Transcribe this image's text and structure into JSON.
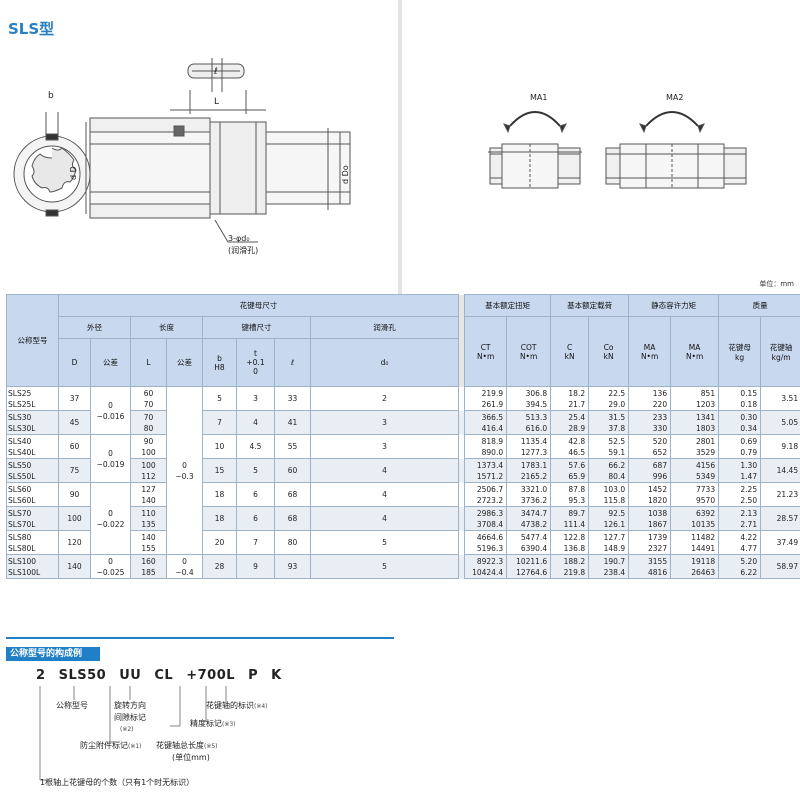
{
  "title": "SLS型",
  "unit_label": "单位：mm",
  "figure_labels": {
    "b": "b",
    "ell": "ℓ",
    "L": "L",
    "dD": "d D",
    "dDo": "d Do",
    "oil_hole": "3-φd₀",
    "oil_hole_note": "(润滑孔)",
    "ma1": "MA1",
    "ma2": "MA2"
  },
  "table": {
    "head_model": "公称型号",
    "head_nut_dims": "花键母尺寸",
    "head_outer": "外径",
    "head_length": "长度",
    "head_keyway": "键槽尺寸",
    "head_oil": "润滑孔",
    "head_torque": "基本额定扭矩",
    "head_load": "基本额定载荷",
    "head_static_moment": "静态容许力矩",
    "head_mass": "质量",
    "sub_D": "D",
    "sub_tol1": "公差",
    "sub_L": "L",
    "sub_tol2": "公差",
    "sub_b": "b",
    "sub_b2": "H8",
    "sub_t": "t",
    "sub_t2": "+0.1",
    "sub_t3": "0",
    "sub_ell": "ℓ",
    "sub_d0": "d₀",
    "sub_CT": "CT",
    "sub_CT_u": "N•m",
    "sub_COT": "COT",
    "sub_COT_u": "N•m",
    "sub_C": "C",
    "sub_C_u": "kN",
    "sub_Co": "Co",
    "sub_Co_u": "kN",
    "sub_MA": "MA",
    "sub_MA_u": "N•m",
    "sub_MA2": "MA",
    "sub_MA2_u": "N•m",
    "sub_nut": "花键母",
    "sub_nut_u": "kg",
    "sub_shaft": "花键轴",
    "sub_shaft_u": "kg/m",
    "groups": [
      {
        "models": [
          "SLS25",
          "SLS25L"
        ],
        "D": "37",
        "L": [
          "60",
          "70"
        ],
        "b": "5",
        "t": "3",
        "ell": "33",
        "d0": "2",
        "CT": [
          "219.9",
          "261.9"
        ],
        "COT": [
          "306.8",
          "394.5"
        ],
        "C": [
          "18.2",
          "21.7"
        ],
        "Co": [
          "22.5",
          "29.0"
        ],
        "MA1": [
          "136",
          "220"
        ],
        "MA2": [
          "851",
          "1203"
        ],
        "mass": [
          "0.15",
          "0.18"
        ],
        "shaft": "3.51"
      },
      {
        "models": [
          "SLS30",
          "SLS30L"
        ],
        "D": "45",
        "L": [
          "70",
          "80"
        ],
        "b": "7",
        "t": "4",
        "ell": "41",
        "d0": "3",
        "CT": [
          "366.5",
          "416.4"
        ],
        "COT": [
          "513.3",
          "616.0"
        ],
        "C": [
          "25.4",
          "28.9"
        ],
        "Co": [
          "31.5",
          "37.8"
        ],
        "MA1": [
          "233",
          "330"
        ],
        "MA2": [
          "1341",
          "1803"
        ],
        "mass": [
          "0.30",
          "0.34"
        ],
        "shaft": "5.05"
      },
      {
        "models": [
          "SLS40",
          "SLS40L"
        ],
        "D": "60",
        "L": [
          "90",
          "100"
        ],
        "b": "10",
        "t": "4.5",
        "ell": "55",
        "d0": "3",
        "CT": [
          "818.9",
          "890.0"
        ],
        "COT": [
          "1135.4",
          "1277.3"
        ],
        "C": [
          "42.8",
          "46.5"
        ],
        "Co": [
          "52.5",
          "59.1"
        ],
        "MA1": [
          "520",
          "652"
        ],
        "MA2": [
          "2801",
          "3529"
        ],
        "mass": [
          "0.69",
          "0.79"
        ],
        "shaft": "9.18"
      },
      {
        "models": [
          "SLS50",
          "SLS50L"
        ],
        "D": "75",
        "L": [
          "100",
          "112"
        ],
        "b": "15",
        "t": "5",
        "ell": "60",
        "d0": "4",
        "CT": [
          "1373.4",
          "1571.2"
        ],
        "COT": [
          "1783.1",
          "2165.2"
        ],
        "C": [
          "57.6",
          "65.9"
        ],
        "Co": [
          "66.2",
          "80.4"
        ],
        "MA1": [
          "687",
          "996"
        ],
        "MA2": [
          "4156",
          "5349"
        ],
        "mass": [
          "1.30",
          "1.47"
        ],
        "shaft": "14.45"
      },
      {
        "models": [
          "SLS60",
          "SLS60L"
        ],
        "D": "90",
        "L": [
          "127",
          "140"
        ],
        "b": "18",
        "t": "6",
        "ell": "68",
        "d0": "4",
        "CT": [
          "2506.7",
          "2723.2"
        ],
        "COT": [
          "3321.0",
          "3736.2"
        ],
        "C": [
          "87.8",
          "95.3"
        ],
        "Co": [
          "103.0",
          "115.8"
        ],
        "MA1": [
          "1452",
          "1820"
        ],
        "MA2": [
          "7733",
          "9570"
        ],
        "mass": [
          "2.25",
          "2.50"
        ],
        "shaft": "21.23"
      },
      {
        "models": [
          "SLS70",
          "SLS70L"
        ],
        "D": "100",
        "L": [
          "110",
          "135"
        ],
        "b": "18",
        "t": "6",
        "ell": "68",
        "d0": "4",
        "CT": [
          "2986.3",
          "3708.4"
        ],
        "COT": [
          "3474.7",
          "4738.2"
        ],
        "C": [
          "89.7",
          "111.4"
        ],
        "Co": [
          "92.5",
          "126.1"
        ],
        "MA1": [
          "1038",
          "1867"
        ],
        "MA2": [
          "6392",
          "10135"
        ],
        "mass": [
          "2.13",
          "2.71"
        ],
        "shaft": "28.57"
      },
      {
        "models": [
          "SLS80",
          "SLS80L"
        ],
        "D": "120",
        "L": [
          "140",
          "155"
        ],
        "b": "20",
        "t": "7",
        "ell": "80",
        "d0": "5",
        "CT": [
          "4664.6",
          "5196.3"
        ],
        "COT": [
          "5477.4",
          "6390.4"
        ],
        "C": [
          "122.8",
          "136.8"
        ],
        "Co": [
          "127.7",
          "148.9"
        ],
        "MA1": [
          "1739",
          "2327"
        ],
        "MA2": [
          "11482",
          "14491"
        ],
        "mass": [
          "4.22",
          "4.77"
        ],
        "shaft": "37.49"
      },
      {
        "models": [
          "SLS100",
          "SLS100L"
        ],
        "D": "140",
        "L": [
          "160",
          "185"
        ],
        "b": "28",
        "t": "9",
        "ell": "93",
        "d0": "5",
        "CT": [
          "8922.3",
          "10424.4"
        ],
        "COT": [
          "10211.6",
          "12764.6"
        ],
        "C": [
          "188.2",
          "219.8"
        ],
        "Co": [
          "190.7",
          "238.4"
        ],
        "MA1": [
          "3155",
          "4816"
        ],
        "MA2": [
          "19118",
          "26463"
        ],
        "mass": [
          "5.20",
          "6.22"
        ],
        "shaft": "58.97"
      }
    ],
    "tol_D": [
      {
        "upper": "0",
        "lower": "−0.016"
      },
      {
        "upper": "0",
        "lower": "−0.019"
      },
      {
        "upper": "0",
        "lower": "−0.022"
      },
      {
        "upper": "0",
        "lower": "−0.025"
      }
    ],
    "tol_L": [
      {
        "upper": "0",
        "lower": "−0.3"
      },
      {
        "upper": "0",
        "lower": "−0.4"
      }
    ]
  },
  "model_code": {
    "heading": "公称型号的构成例",
    "parts": [
      "2",
      "SLS50",
      "UU",
      "CL",
      "+700L",
      "P",
      "K"
    ],
    "labels": {
      "model": "公称型号",
      "rotation_1": "旋转方向",
      "rotation_2": "间隙标记",
      "rotation_note": "(※2)",
      "dust": "防尘附件标记",
      "dust_note": "(※1)",
      "shaft_len": "花键轴总长度",
      "shaft_len_note": "(※5)",
      "shaft_len_unit": "(单位mm)",
      "accuracy": "精度标记",
      "accuracy_note": "(※3)",
      "shaft_mark": "花键轴的标识",
      "shaft_mark_note": "(※4)",
      "count": "1根轴上花键母的个数（只有1个时无标识）"
    }
  }
}
